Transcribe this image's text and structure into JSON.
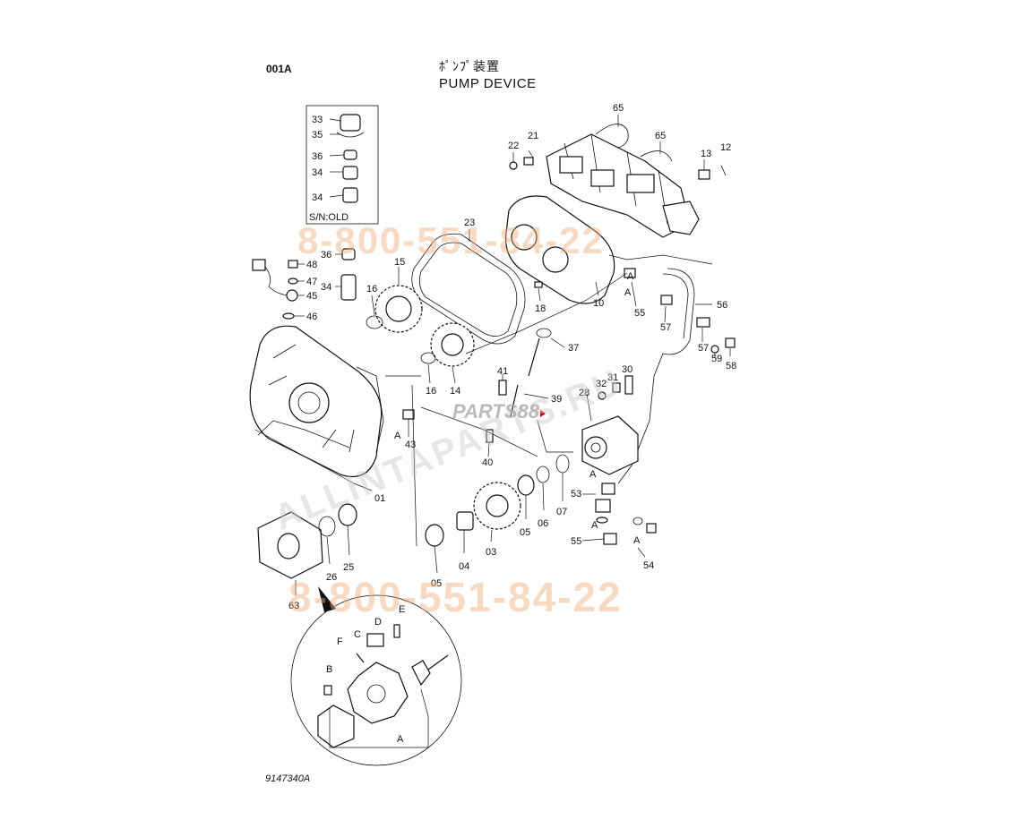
{
  "header": {
    "page_code": "001A",
    "title_jp": "ﾎﾟﾝﾌﾟ装置",
    "title_en": "PUMP DEVICE"
  },
  "inset": {
    "label": "S/N:OLD"
  },
  "footer": {
    "doc_id": "9147340A"
  },
  "watermarks": {
    "phone_top": "8-800-551-84-22",
    "phone_bottom": "8-800-551-84-22",
    "site": "ALLINTAPARTS.RU",
    "logo": "PARTS88"
  },
  "part_labels": {
    "p01": "01",
    "p03": "03",
    "p04": "04",
    "p05a": "05",
    "p05b": "05",
    "p06": "06",
    "p07": "07",
    "p10": "10",
    "p12": "12",
    "p13": "13",
    "p14": "14",
    "p15": "15",
    "p16a": "16",
    "p16b": "16",
    "p18": "18",
    "p21": "21",
    "p22": "22",
    "p23": "23",
    "p25": "25",
    "p26": "26",
    "p28": "28",
    "p30": "30",
    "p31": "31",
    "p32": "32",
    "p33": "33",
    "p34a": "34",
    "p34b": "34",
    "p34c": "34",
    "p35": "35",
    "p36a": "36",
    "p36b": "36",
    "p37": "37",
    "p39": "39",
    "p40": "40",
    "p41": "41",
    "p43": "43",
    "p45": "45",
    "p46": "46",
    "p47": "47",
    "p48": "48",
    "p53": "53",
    "p54": "54",
    "p55a": "55",
    "p55b": "55",
    "p56": "56",
    "p57a": "57",
    "p57b": "57",
    "p58": "58",
    "p59": "59",
    "p63": "63",
    "p65a": "65",
    "p65b": "65"
  },
  "callouts": {
    "a1": "A",
    "a2": "A",
    "a3": "A",
    "a4": "A",
    "a5": "A",
    "a6": "A",
    "detail_a": "A",
    "detail_b": "B",
    "detail_c": "C",
    "detail_d": "D",
    "detail_e": "E",
    "detail_f": "F"
  }
}
